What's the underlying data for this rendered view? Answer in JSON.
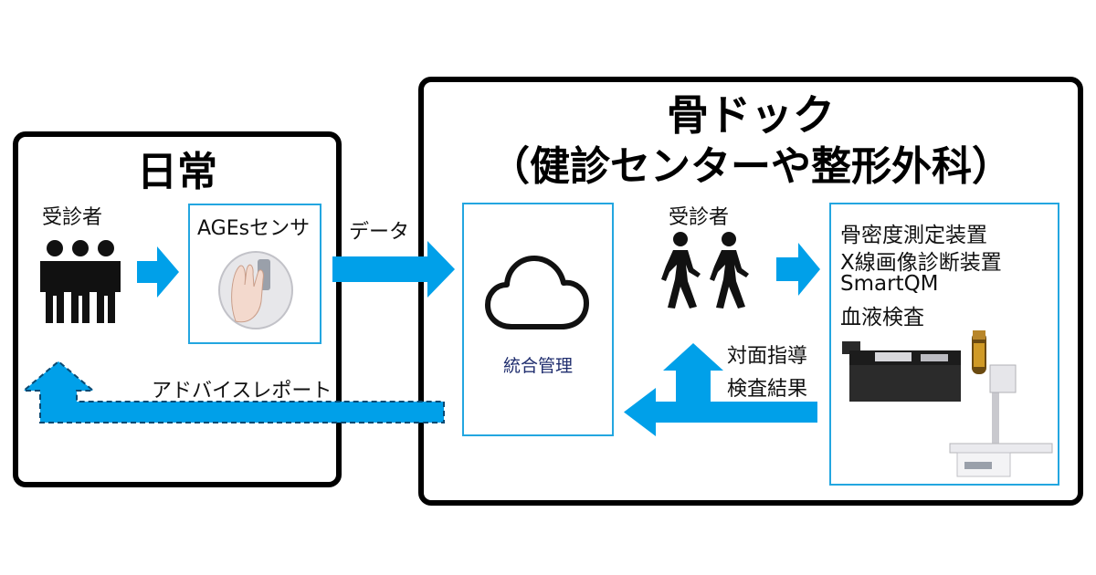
{
  "left_panel": {
    "title": "日常",
    "examinee_label": "受診者",
    "sensor_label": "AGEsセンサ"
  },
  "data_label": "データ",
  "report_label": "アドバイスレポート",
  "right_panel": {
    "title_line1": "骨ドック",
    "title_line2": "（健診センターや整形外科）",
    "cloud_label": "統合管理",
    "examinee_label": "受診者",
    "feedback_line1": "対面指導",
    "feedback_line2": "検査結果",
    "equipment": [
      "骨密度測定装置",
      "X線画像診断装置",
      "SmartQM",
      "血液検査"
    ]
  },
  "colors": {
    "arrow": "#00a0e9",
    "box_border": "#23a6e0",
    "cloud_text": "#1f2d6e"
  }
}
